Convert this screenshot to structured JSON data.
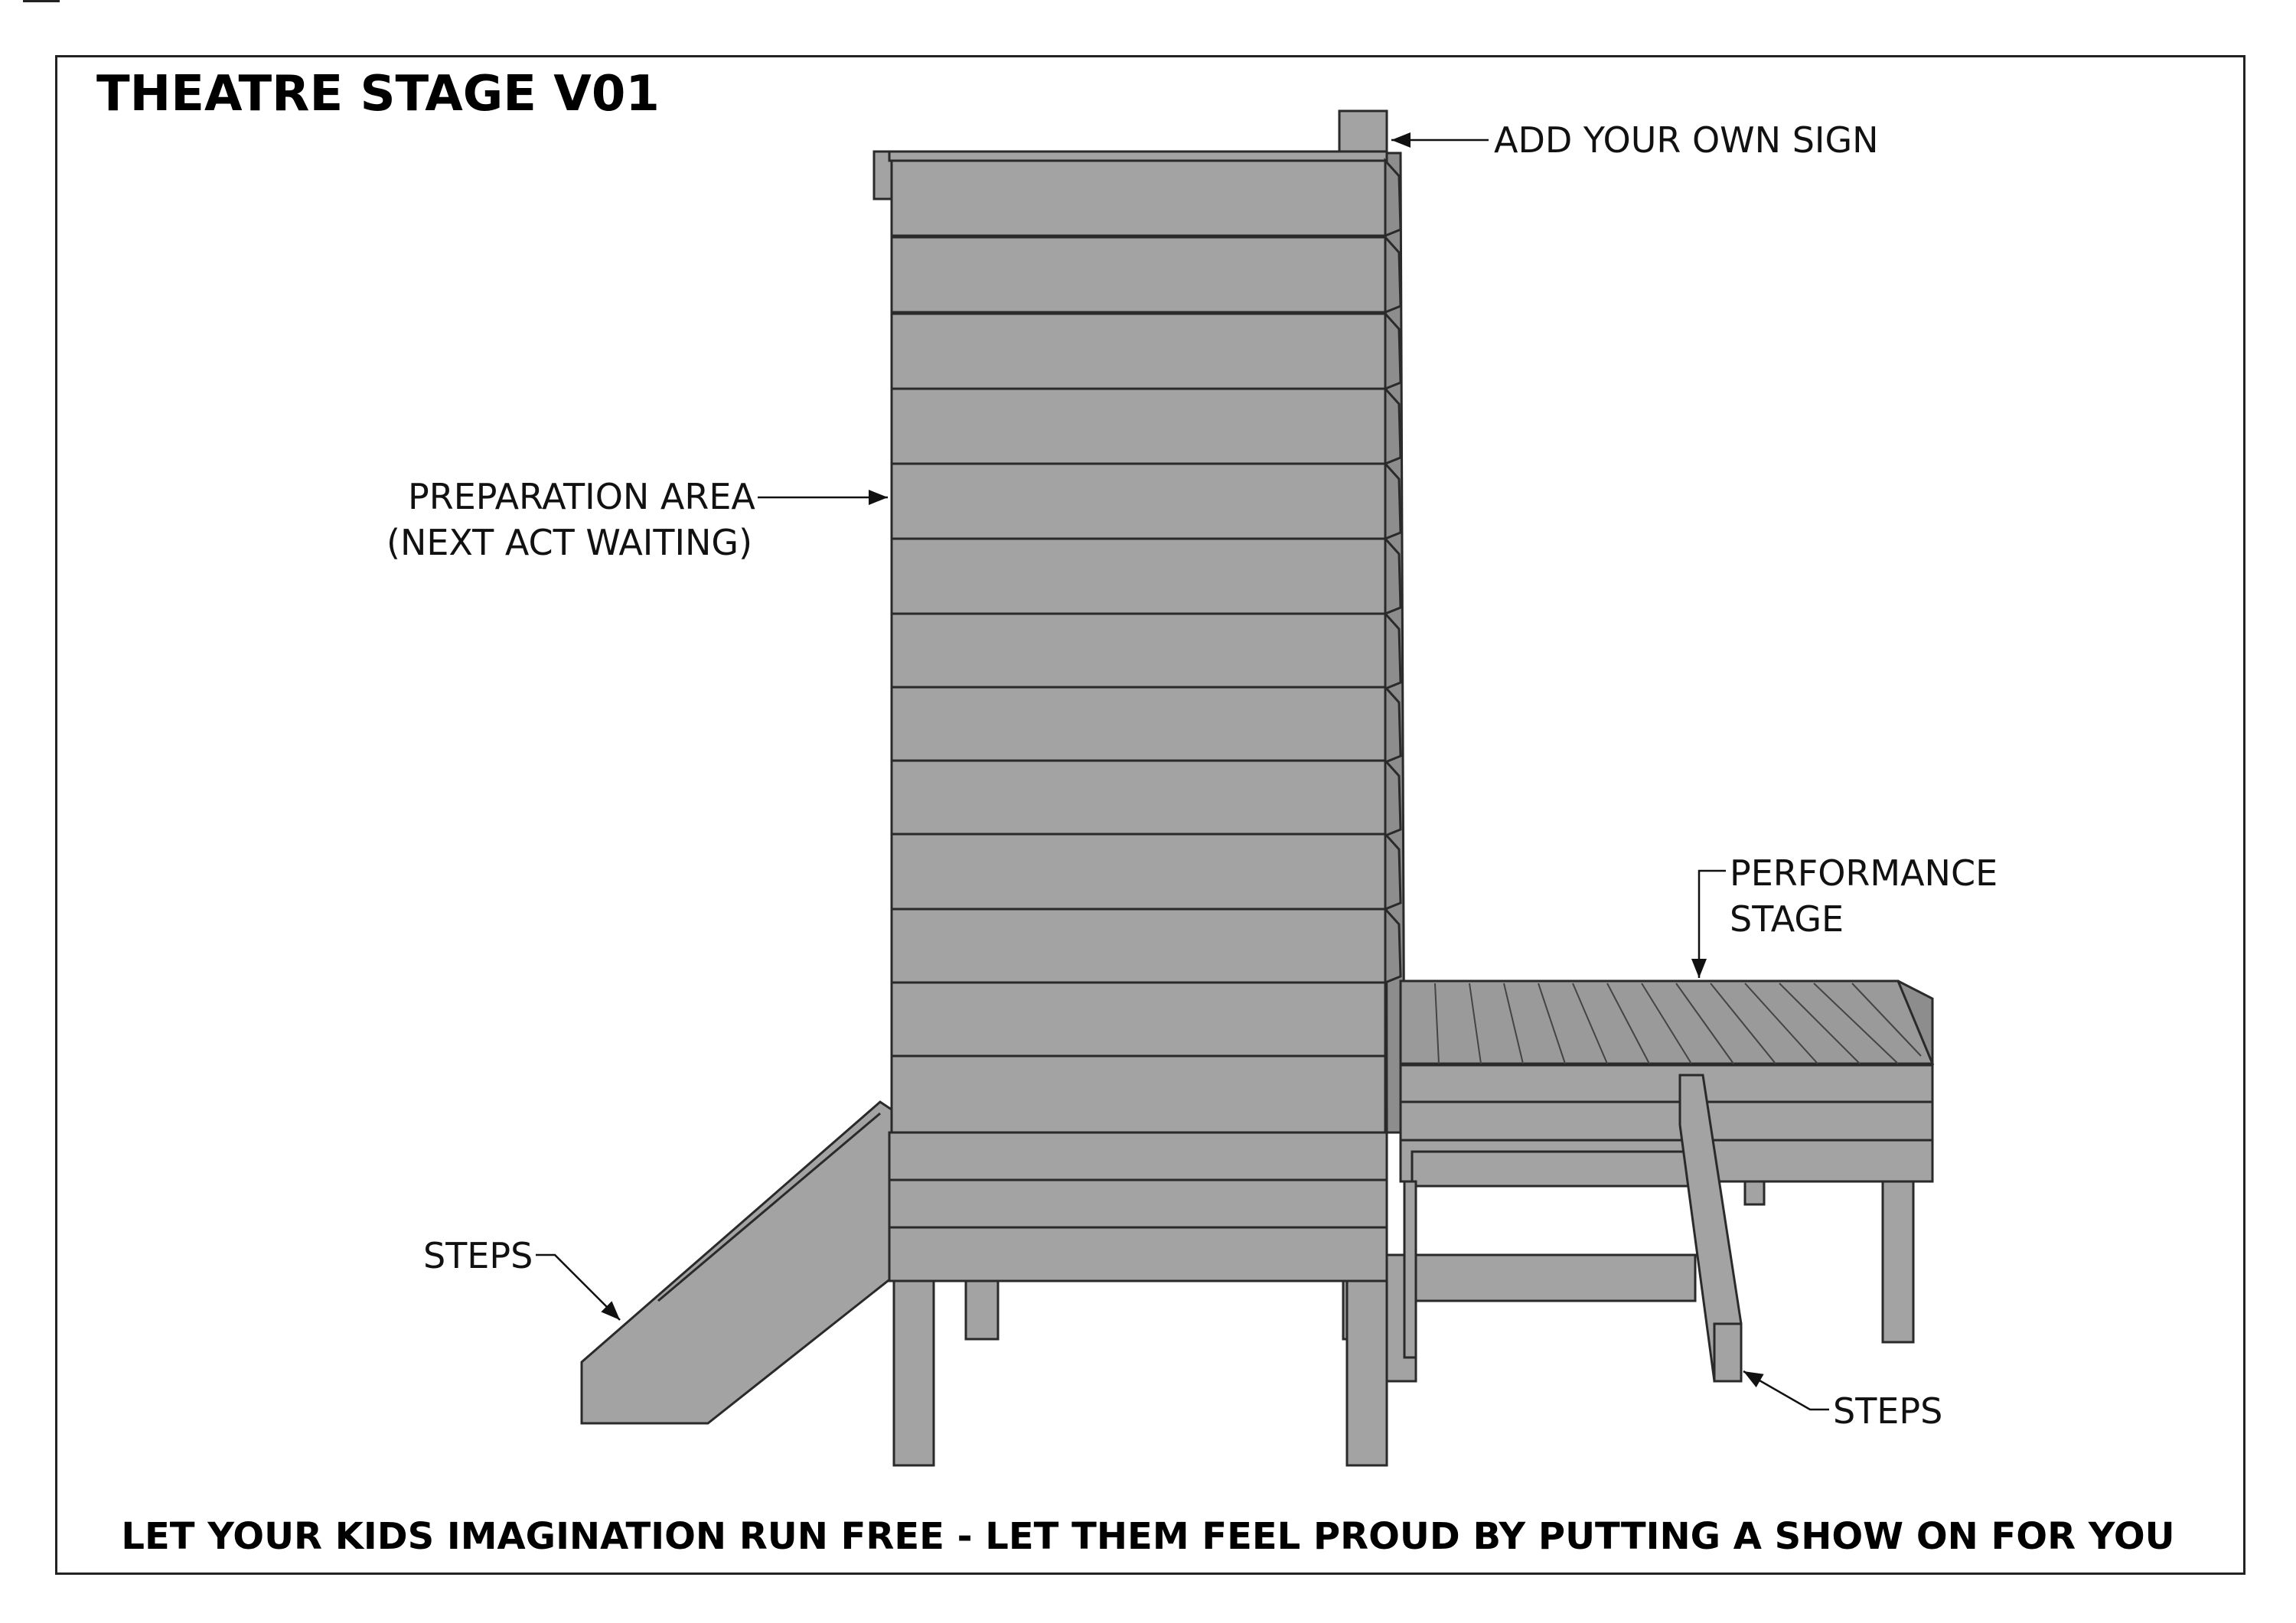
{
  "title": "THEATRE STAGE V01",
  "footer": "LET YOUR KIDS IMAGINATION RUN FREE - LET THEM FEEL PROUD BY PUTTING A SHOW ON FOR YOU",
  "labels": {
    "sign": "ADD YOUR OWN SIGN",
    "prep_line1": "PREPARATION AREA",
    "prep_line2": "(NEXT ACT WAITING)",
    "perf_line1": "PERFORMANCE",
    "perf_line2": "STAGE",
    "steps_left": "STEPS",
    "steps_right": "STEPS"
  },
  "colors": {
    "board": "#a3a3a3",
    "board_dark": "#8d8d8d",
    "outline": "#2a2a2a"
  }
}
